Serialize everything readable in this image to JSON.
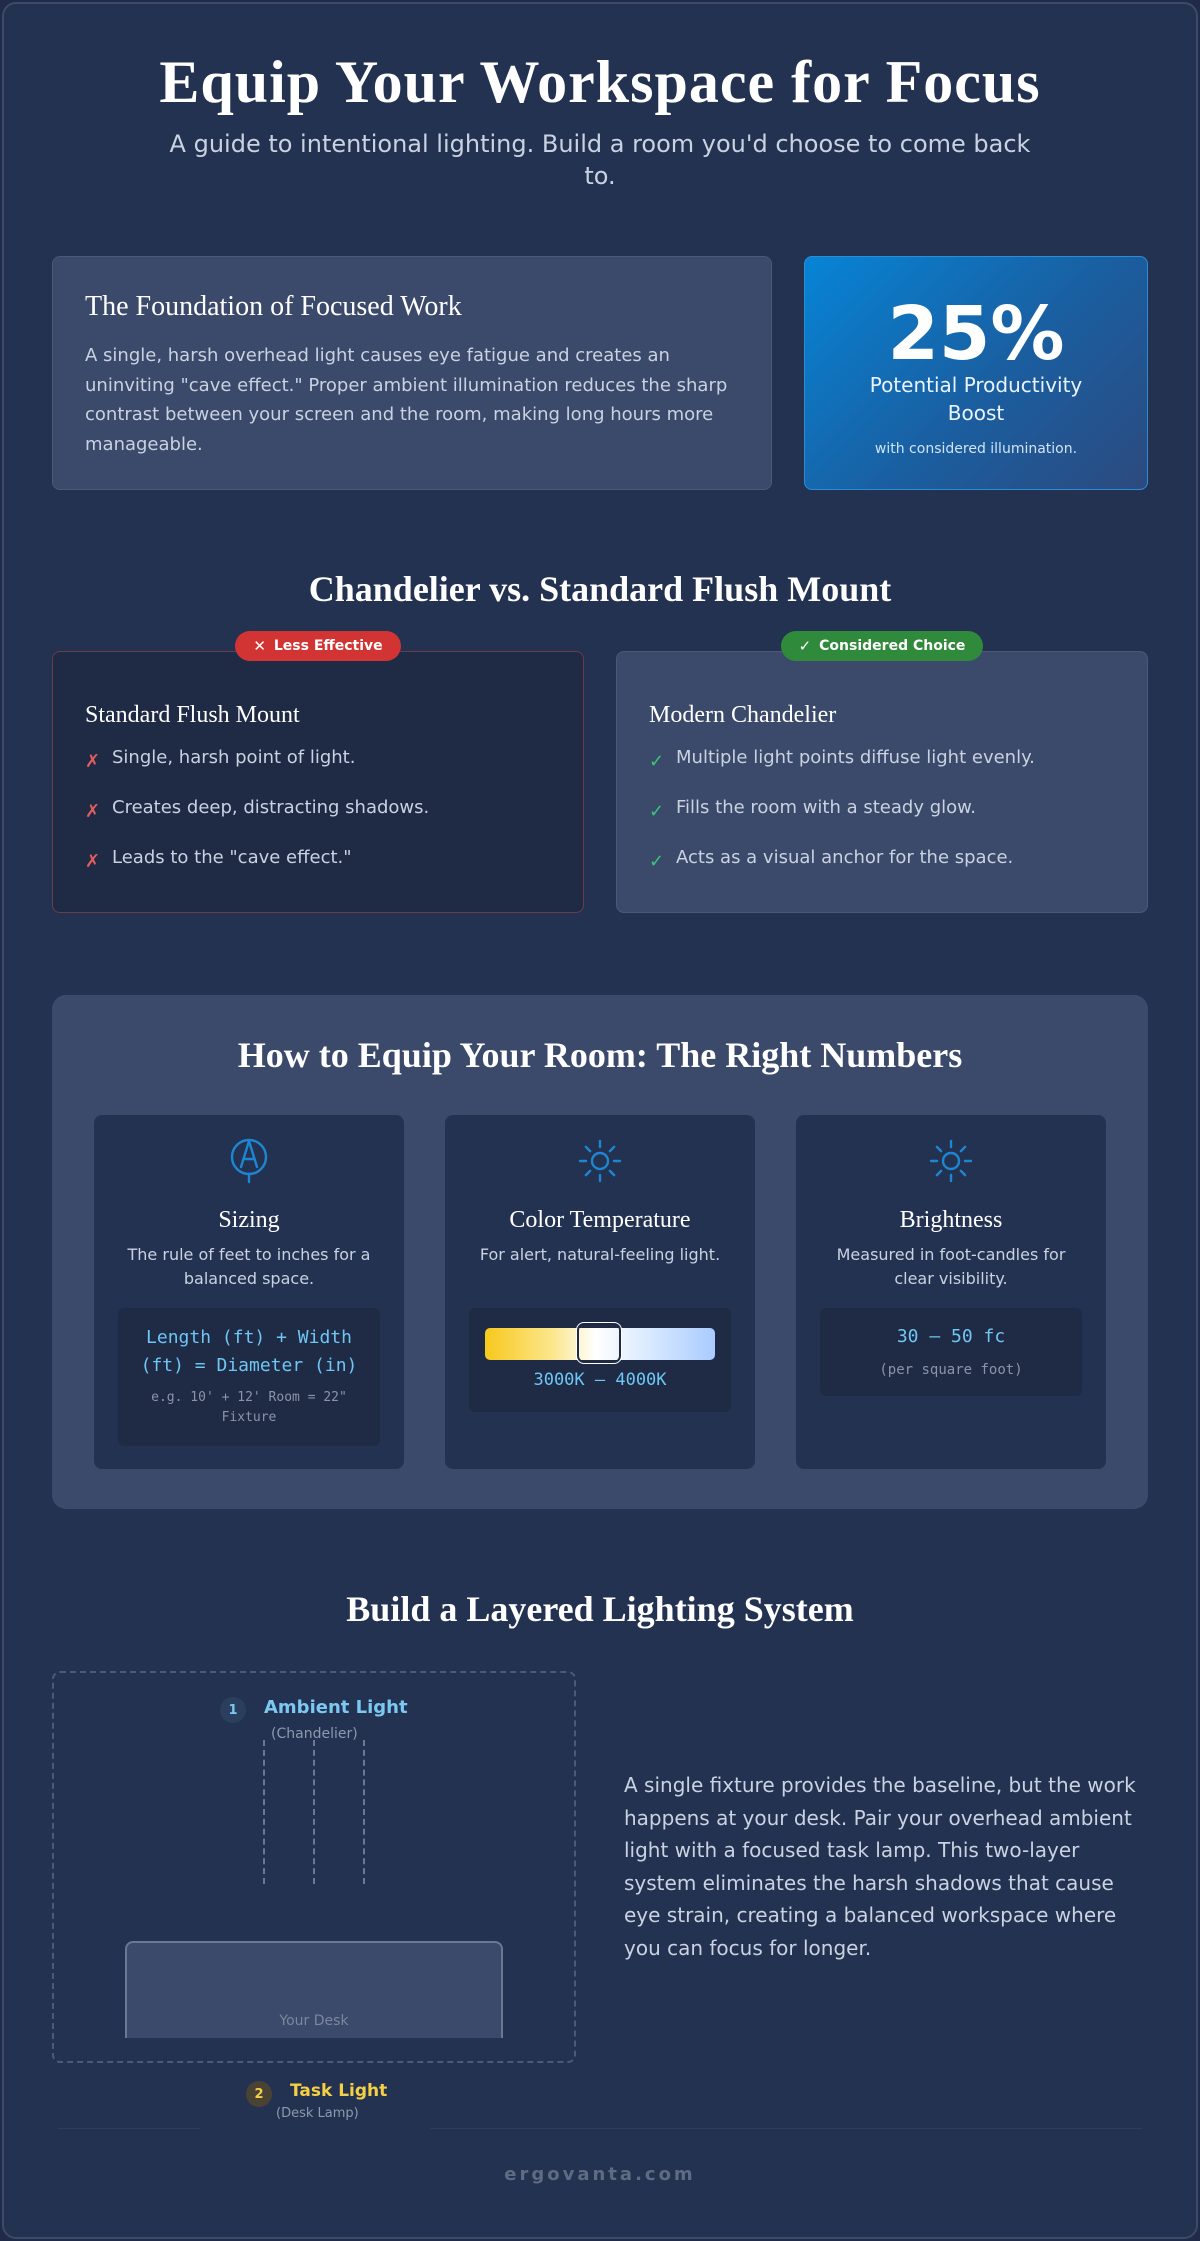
{
  "header": {
    "title": "Equip Your Workspace for Focus",
    "subtitle": "A guide to intentional lighting. Build a room you'd choose to come back to."
  },
  "foundation": {
    "title": "The Foundation of Focused Work",
    "body": "A single, harsh overhead light causes eye fatigue and creates an uninviting \"cave effect.\" Proper ambient illumination reduces the sharp contrast between your screen and the room, making long hours more manageable."
  },
  "stat": {
    "value": "25%",
    "label": "Potential Productivity Boost",
    "sublabel": "with considered illumination."
  },
  "comparison": {
    "title": "Chandelier vs. Standard Flush Mount",
    "bad": {
      "badge": "Less Effective",
      "badge_glyph": "✕",
      "title": "Standard Flush Mount",
      "mark": "✗",
      "items": [
        "Single, harsh point of light.",
        "Creates deep, distracting shadows.",
        "Leads to the \"cave effect.\""
      ]
    },
    "good": {
      "badge": "Considered Choice",
      "badge_glyph": "✓",
      "title": "Modern Chandelier",
      "mark": "✓",
      "items": [
        "Multiple light points diffuse light evenly.",
        "Fills the room with a steady glow.",
        "Acts as a visual anchor for the space."
      ]
    }
  },
  "numbers": {
    "title": "How to Equip Your Room: The Right Numbers",
    "sizing": {
      "icon": "compass-icon",
      "title": "Sizing",
      "desc": "The rule of feet to inches for a balanced space.",
      "formula": "Length (ft) + Width (ft) = Diameter (in)",
      "example": "e.g. 10' + 12' Room = 22\" Fixture"
    },
    "color": {
      "icon": "sun-icon",
      "title": "Color Temperature",
      "desc": "For alert, natural-feeling light.",
      "value": "3000K – 4000K"
    },
    "brightness": {
      "icon": "sun-icon",
      "title": "Brightness",
      "desc": "Measured in foot-candles for clear visibility.",
      "value": "30 – 50 fc",
      "note": "(per square foot)"
    }
  },
  "layered": {
    "title": "Build a Layered Lighting System",
    "ambient": {
      "num": "1",
      "label": "Ambient Light",
      "sub": "(Chandelier)"
    },
    "desk": "Your Desk",
    "task": {
      "num": "2",
      "label": "Task Light",
      "sub": "(Desk Lamp)"
    },
    "body": "A single fixture provides the baseline, but the work happens at your desk. Pair your overhead ambient light with a focused task lamp. This two-layer system eliminates the harsh shadows that cause eye strain, creating a balanced workspace where you can focus for longer."
  },
  "footer": {
    "brand": "ergovanta.com"
  },
  "colors": {
    "accent": "#0784d6",
    "bad": "#d23434",
    "good": "#2f8a3c",
    "ambient": "#7cc8f2",
    "task": "#f5cf45"
  }
}
